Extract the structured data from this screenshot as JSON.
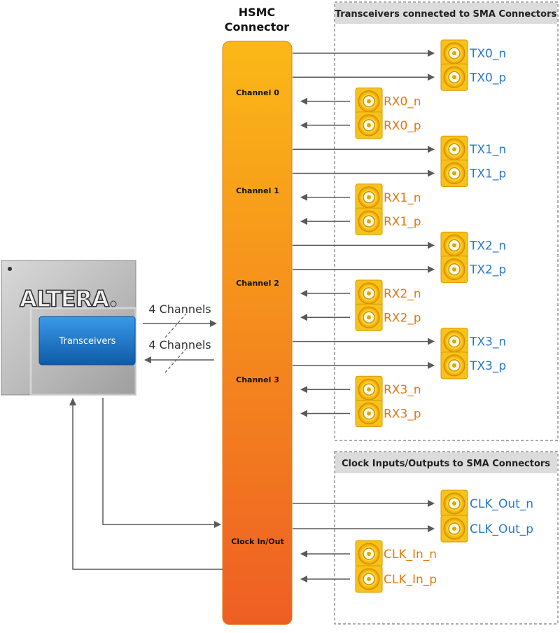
{
  "hsmc": {
    "title_line1": "HSMC",
    "title_line2": "Connector",
    "channels": [
      "Channel 0",
      "Channel 1",
      "Channel 2",
      "Channel 3"
    ],
    "clock_label": "Clock In/Out"
  },
  "fpga": {
    "logo": "ALTERA",
    "block_label": "Transceivers"
  },
  "bus": {
    "label_tx": "4 Channels",
    "label_rx": "4 Channels"
  },
  "transceiver_group": {
    "header": "Transceivers connected to SMA Connectors",
    "signals": [
      {
        "name": "TX0_n",
        "dir": "out"
      },
      {
        "name": "TX0_p",
        "dir": "out"
      },
      {
        "name": "RX0_n",
        "dir": "in"
      },
      {
        "name": "RX0_p",
        "dir": "in"
      },
      {
        "name": "TX1_n",
        "dir": "out"
      },
      {
        "name": "TX1_p",
        "dir": "out"
      },
      {
        "name": "RX1_n",
        "dir": "in"
      },
      {
        "name": "RX1_p",
        "dir": "in"
      },
      {
        "name": "TX2_n",
        "dir": "out"
      },
      {
        "name": "TX2_p",
        "dir": "out"
      },
      {
        "name": "RX2_n",
        "dir": "in"
      },
      {
        "name": "RX2_p",
        "dir": "in"
      },
      {
        "name": "TX3_n",
        "dir": "out"
      },
      {
        "name": "TX3_p",
        "dir": "out"
      },
      {
        "name": "RX3_n",
        "dir": "in"
      },
      {
        "name": "RX3_p",
        "dir": "in"
      }
    ]
  },
  "clock_group": {
    "header": "Clock Inputs/Outputs to SMA Connectors",
    "signals": [
      {
        "name": "CLK_Out_n",
        "dir": "out"
      },
      {
        "name": "CLK_Out_p",
        "dir": "out"
      },
      {
        "name": "CLK_In_n",
        "dir": "in"
      },
      {
        "name": "CLK_In_p",
        "dir": "in"
      }
    ]
  },
  "colors": {
    "tx_text": "#2a78c6",
    "rx_text": "#e07a10",
    "connector_top": "#fbb817",
    "connector_bottom": "#ee5e24",
    "chip_blue": "#1a73c8"
  }
}
